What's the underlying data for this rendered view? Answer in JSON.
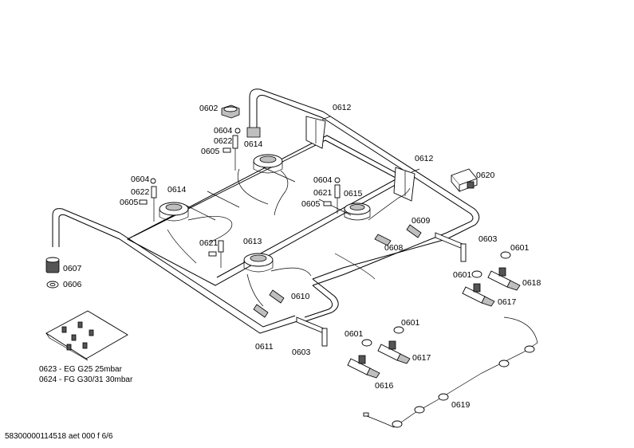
{
  "labels": [
    {
      "id": "0602a",
      "text": "0602"
    },
    {
      "id": "0604a",
      "text": "0604"
    },
    {
      "id": "0622a",
      "text": "0622"
    },
    {
      "id": "0605a",
      "text": "0605"
    },
    {
      "id": "0614a",
      "text": "0614"
    },
    {
      "id": "0612a",
      "text": "0612"
    },
    {
      "id": "0612b",
      "text": "0612"
    },
    {
      "id": "0620",
      "text": "0620"
    },
    {
      "id": "0604b",
      "text": "0604"
    },
    {
      "id": "0622b",
      "text": "0622"
    },
    {
      "id": "0605b",
      "text": "0605"
    },
    {
      "id": "0614b",
      "text": "0614"
    },
    {
      "id": "0604c",
      "text": "0604"
    },
    {
      "id": "0621a",
      "text": "0621"
    },
    {
      "id": "0615",
      "text": "0615"
    },
    {
      "id": "0605c",
      "text": "0605"
    },
    {
      "id": "0609",
      "text": "0609"
    },
    {
      "id": "0603a",
      "text": "0603"
    },
    {
      "id": "0621b",
      "text": "0621"
    },
    {
      "id": "0613",
      "text": "0613"
    },
    {
      "id": "0608",
      "text": "0608"
    },
    {
      "id": "0601a",
      "text": "0601"
    },
    {
      "id": "0607",
      "text": "0607"
    },
    {
      "id": "0601b",
      "text": "0601"
    },
    {
      "id": "0618",
      "text": "0618"
    },
    {
      "id": "0606",
      "text": "0606"
    },
    {
      "id": "0610",
      "text": "0610"
    },
    {
      "id": "0617a",
      "text": "0617"
    },
    {
      "id": "0601c",
      "text": "0601"
    },
    {
      "id": "0601d",
      "text": "0601"
    },
    {
      "id": "0611",
      "text": "0611"
    },
    {
      "id": "0603b",
      "text": "0603"
    },
    {
      "id": "0617b",
      "text": "0617"
    },
    {
      "id": "0616",
      "text": "0616"
    },
    {
      "id": "0619",
      "text": "0619"
    }
  ],
  "legend": [
    "0623 - EG G25 25mbar",
    "0624 - FG G30/31 30mbar"
  ],
  "footer": "58300000114518 aet 000 f 6/6"
}
